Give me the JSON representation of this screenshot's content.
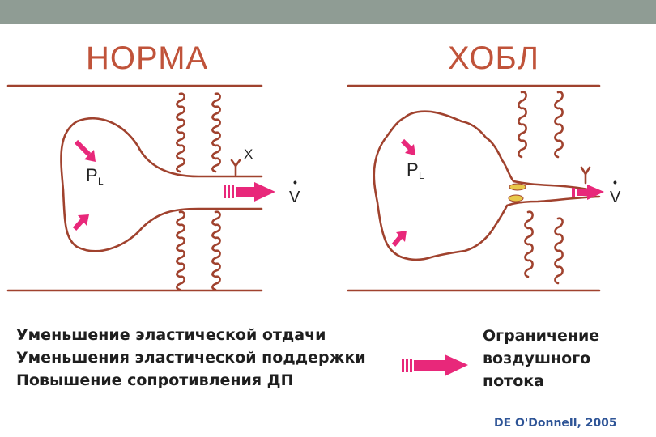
{
  "colors": {
    "title": "#c0533a",
    "wall": "#a0422e",
    "arrow": "#e8287a",
    "mucus": "#e8c84a",
    "citation": "#2f5597",
    "topbar": "#8f9c94"
  },
  "titles": {
    "left": "НОРМА",
    "right": "ХОБЛ"
  },
  "labels": {
    "pl_main": "P",
    "pl_sub": "L",
    "x": "X",
    "v_dot": "•",
    "v": "V"
  },
  "causes": [
    "Уменьшение эластической отдачи",
    "Уменьшения эластической поддержки",
    "Повышение сопротивления ДП"
  ],
  "effect": [
    "Ограничение",
    "воздушного",
    "потока"
  ],
  "citation": "DE O'Donnell, 2005"
}
